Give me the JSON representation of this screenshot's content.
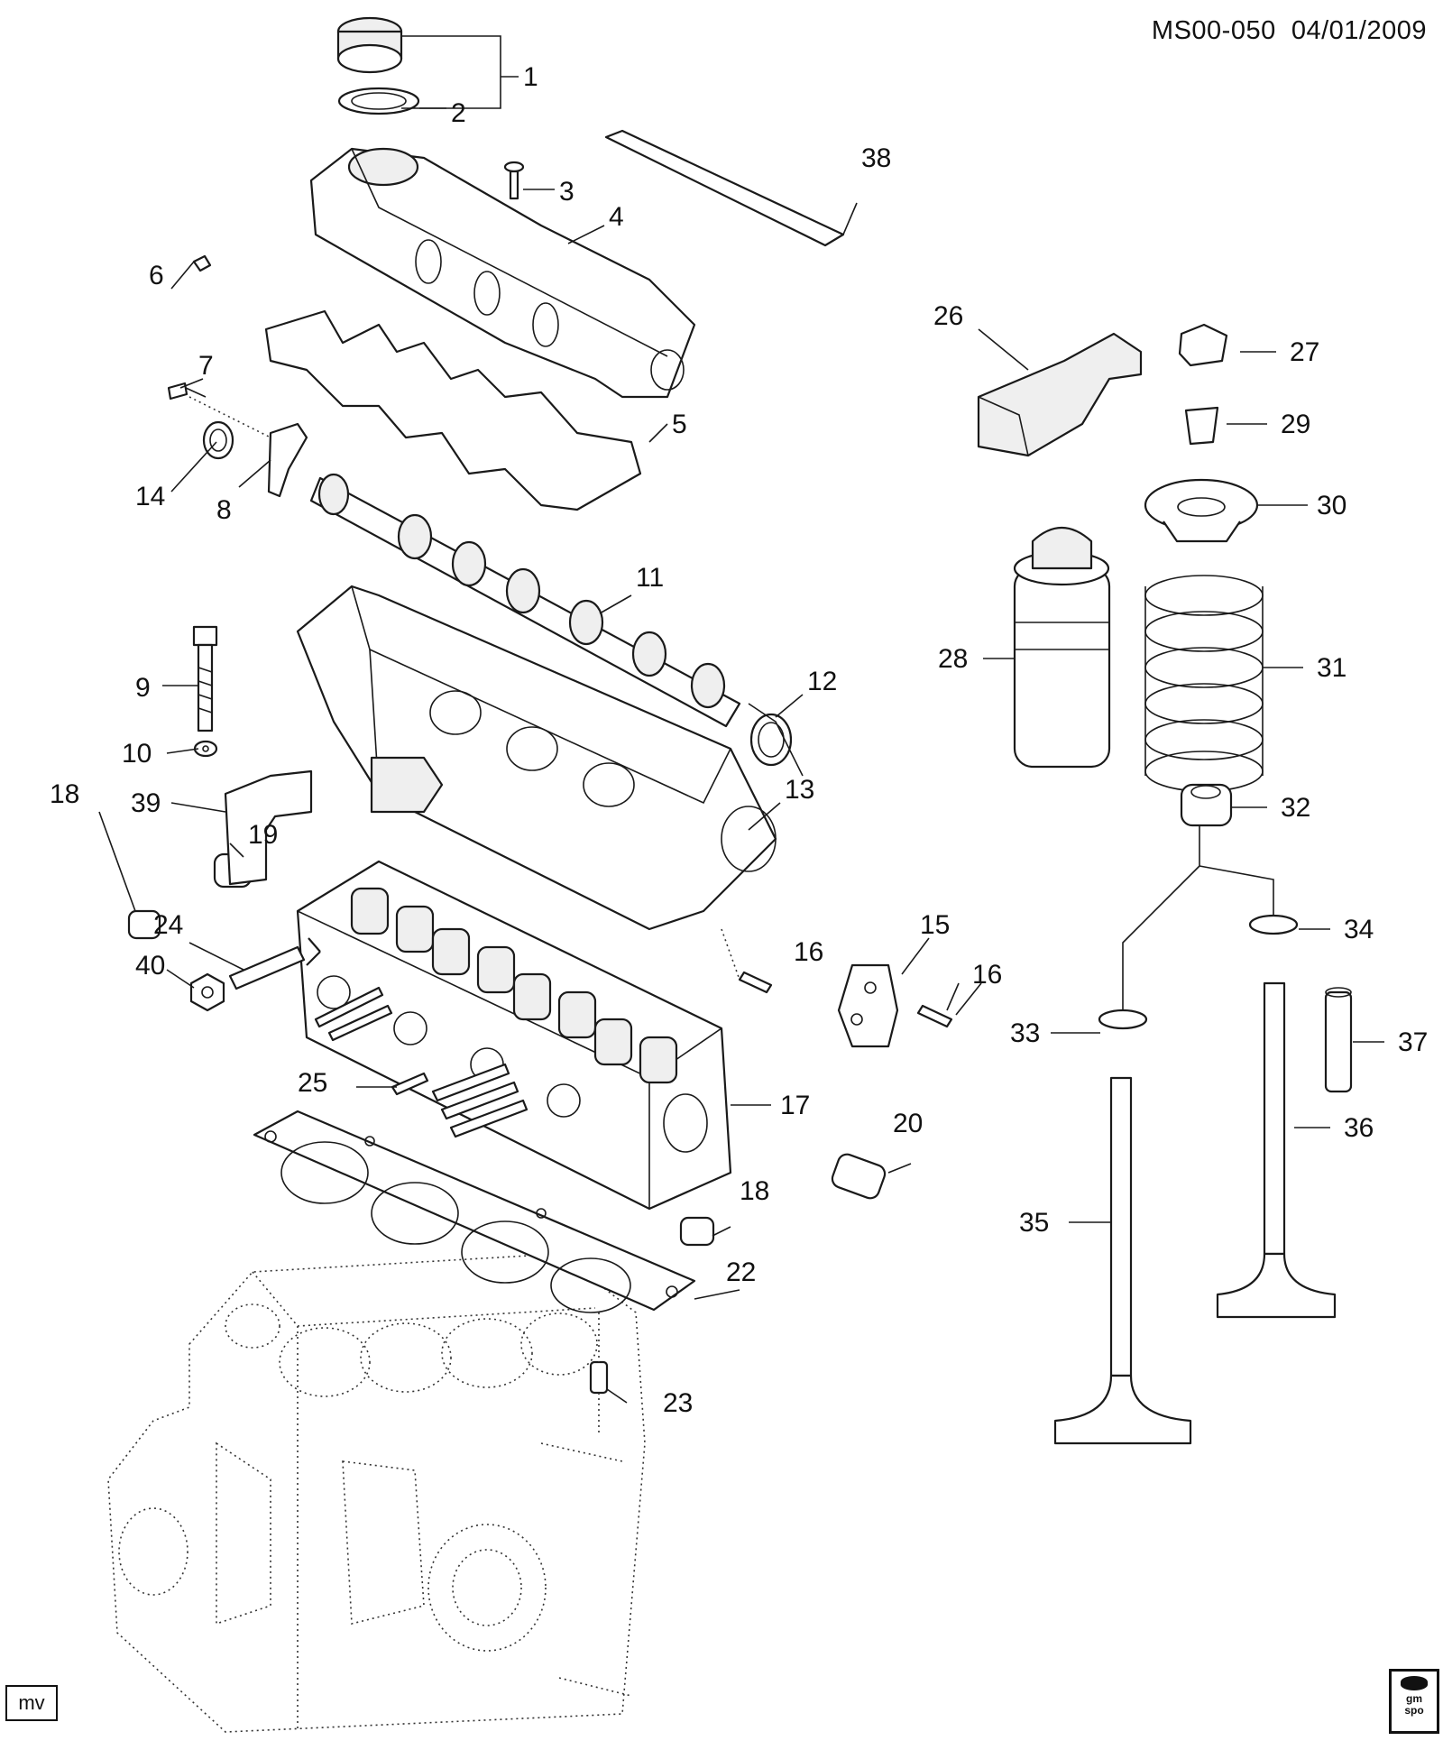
{
  "header": {
    "code": "MS00-050",
    "date": "04/01/2009"
  },
  "footer": {
    "tag": "mv",
    "logo_text": [
      "gm",
      "spo"
    ]
  },
  "callouts": [
    {
      "id": "c1",
      "label": "1"
    },
    {
      "id": "c2",
      "label": "2"
    },
    {
      "id": "c3",
      "label": "3"
    },
    {
      "id": "c4",
      "label": "4"
    },
    {
      "id": "c5",
      "label": "5"
    },
    {
      "id": "c6",
      "label": "6"
    },
    {
      "id": "c7",
      "label": "7"
    },
    {
      "id": "c8",
      "label": "8"
    },
    {
      "id": "c9",
      "label": "9"
    },
    {
      "id": "c10",
      "label": "10"
    },
    {
      "id": "c11",
      "label": "11"
    },
    {
      "id": "c12",
      "label": "12"
    },
    {
      "id": "c13",
      "label": "13"
    },
    {
      "id": "c14",
      "label": "14"
    },
    {
      "id": "c15",
      "label": "15"
    },
    {
      "id": "c16a",
      "label": "16"
    },
    {
      "id": "c16b",
      "label": "16"
    },
    {
      "id": "c17",
      "label": "17"
    },
    {
      "id": "c18a",
      "label": "18"
    },
    {
      "id": "c18b",
      "label": "18"
    },
    {
      "id": "c19",
      "label": "19"
    },
    {
      "id": "c20",
      "label": "20"
    },
    {
      "id": "c22",
      "label": "22"
    },
    {
      "id": "c23",
      "label": "23"
    },
    {
      "id": "c24",
      "label": "24"
    },
    {
      "id": "c25",
      "label": "25"
    },
    {
      "id": "c26",
      "label": "26"
    },
    {
      "id": "c27",
      "label": "27"
    },
    {
      "id": "c28",
      "label": "28"
    },
    {
      "id": "c29",
      "label": "29"
    },
    {
      "id": "c30",
      "label": "30"
    },
    {
      "id": "c31",
      "label": "31"
    },
    {
      "id": "c32",
      "label": "32"
    },
    {
      "id": "c33",
      "label": "33"
    },
    {
      "id": "c34",
      "label": "34"
    },
    {
      "id": "c35",
      "label": "35"
    },
    {
      "id": "c36",
      "label": "36"
    },
    {
      "id": "c37",
      "label": "37"
    },
    {
      "id": "c38",
      "label": "38"
    },
    {
      "id": "c39",
      "label": "39"
    },
    {
      "id": "c40",
      "label": "40"
    }
  ]
}
